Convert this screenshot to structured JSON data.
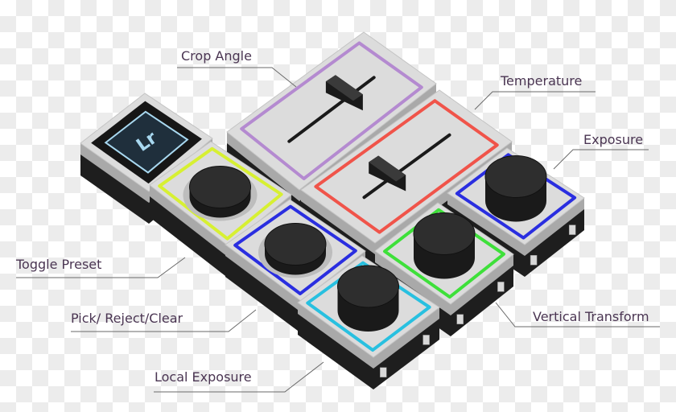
{
  "device": {
    "screen_logo": "Lr",
    "modules": [
      {
        "id": "screen",
        "type": "screen"
      },
      {
        "id": "crop-angle-slider",
        "type": "slider",
        "accent": "#b48ad0"
      },
      {
        "id": "temperature-slider",
        "type": "slider",
        "accent": "#f0544a"
      },
      {
        "id": "exposure-dial",
        "type": "dial",
        "accent": "#2a2ee0"
      },
      {
        "id": "toggle-preset-button",
        "type": "button",
        "accent": "#d7f032"
      },
      {
        "id": "vertical-transform-dial",
        "type": "dial",
        "accent": "#3ee03a"
      },
      {
        "id": "pick-reject-clear-button",
        "type": "button",
        "accent": "#2a2ee0"
      },
      {
        "id": "local-exposure-dial",
        "type": "dial",
        "accent": "#28c0e0"
      }
    ]
  },
  "labels": {
    "crop_angle": "Crop Angle",
    "temperature": "Temperature",
    "exposure": "Exposure",
    "toggle_preset": "Toggle Preset",
    "pick_reject_clear": "Pick/ Reject/Clear",
    "local_exposure": "Local Exposure",
    "vertical_transform": "Vertical Transform"
  }
}
